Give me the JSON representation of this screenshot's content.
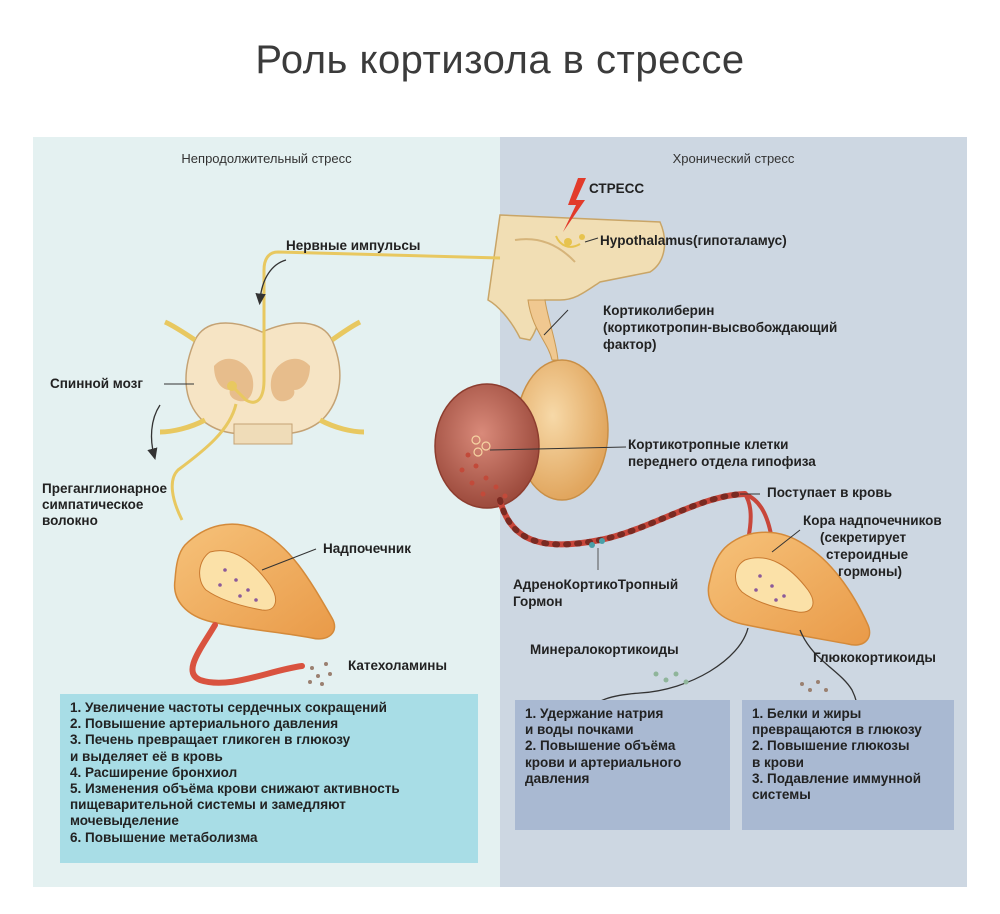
{
  "title": "Роль кортизола в стрессе",
  "left_panel": {
    "heading": "Непродолжительный стресс",
    "labels": {
      "nerve_impulses": "Нервные импульсы",
      "spinal_cord": "Спинной мозг",
      "preganglionic_1": "Преганглионарное",
      "preganglionic_2": "симпатическое",
      "preganglionic_3": "волокно",
      "adrenal": "Надпочечник",
      "catecholamines": "Катехоламины"
    },
    "effects": [
      "1. Увеличение частоты сердечных сокращений",
      "2. Повышение артериального давления",
      "3. Печень превращает гликоген в глюкозу",
      "и выделяет её в кровь",
      "4. Расширение бронхиол",
      "5. Изменения объёма крови снижают активность",
      "пищеварительной системы и замедляют",
      "мочевыделение",
      "6. Повышение метаболизма"
    ]
  },
  "right_panel": {
    "heading": "Хронический стресс",
    "labels": {
      "stress": "СТРЕСС",
      "hypothalamus": "Hypothalamus(гипоталамус)",
      "crh_1": "Кортиколиберин",
      "crh_2": "(кортикотропин-высвобождающий",
      "crh_3": "фактор)",
      "cortico_cells_1": "Кортикотропные клетки",
      "cortico_cells_2": "переднего отдела гипофиза",
      "into_blood": "Поступает в кровь",
      "cortex_1": "Кора надпочечников",
      "cortex_2": "(секретирует",
      "cortex_3": "стероидные",
      "cortex_4": "гормоны)",
      "acth_1": "АдреноКортикоТропный",
      "acth_2": "Гормон",
      "mineralocorticoids": "Минералокортикоиды",
      "glucocorticoids": "Глюкокортикоиды"
    },
    "mineral_effects": [
      "1. Удержание натрия",
      "и воды почками",
      "2. Повышение объёма",
      "крови и артериального",
      "давления"
    ],
    "gluco_effects": [
      "1. Белки и жиры",
      "превращаются в глюкозу",
      "2. Повышение глюкозы",
      "в крови",
      "3. Подавление иммунной",
      "системы"
    ]
  },
  "colors": {
    "left_bg": "#e4f1f1",
    "right_bg": "#cdd7e2",
    "left_box": "#a8dde6",
    "right_box": "#a9b9d2",
    "nerve": "#e8c860",
    "vessel": "#c8463a",
    "gland": "#f2b45a"
  }
}
